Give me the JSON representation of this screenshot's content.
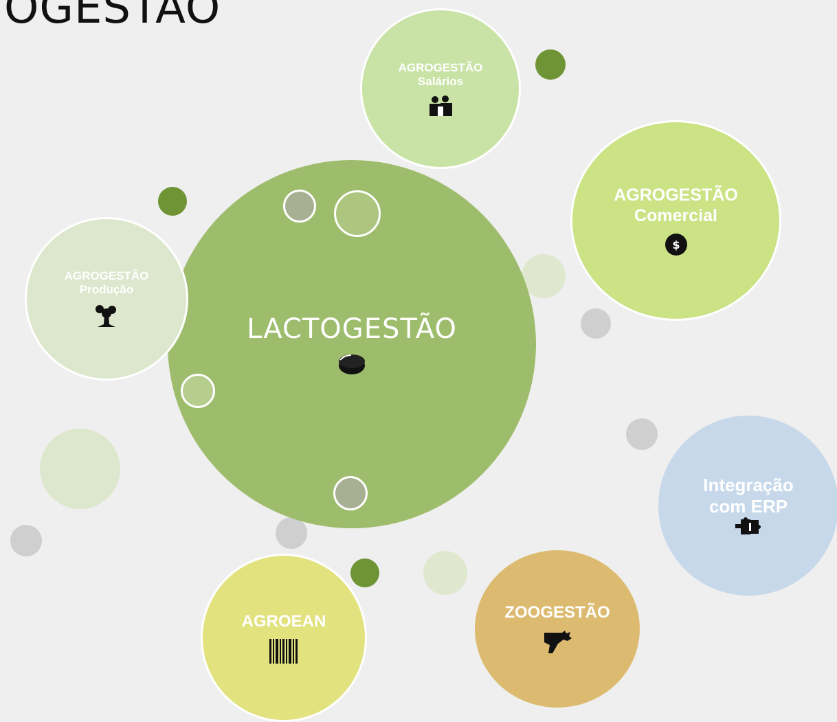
{
  "page_title": "OGESTÃO",
  "modules": {
    "lactogestao": {
      "label": "LACTOGESTÃO",
      "icon": "cheese-icon"
    },
    "salarios": {
      "label_line1": "AGROGESTÃO",
      "label_line2": "Salários",
      "icon": "people-icon"
    },
    "comercial": {
      "label_line1": "AGROGESTÃO",
      "label_line2": "Comercial",
      "icon": "dollar-icon"
    },
    "producao": {
      "label_line1": "AGROGESTÃO",
      "label_line2": "Produção",
      "icon": "tree-icon"
    },
    "erp": {
      "label_line1": "Integração",
      "label_line2": "com ERP",
      "icon": "puzzle-icon"
    },
    "zoogestao": {
      "label": "ZOOGESTÃO",
      "icon": "bull-icon"
    },
    "agroean": {
      "label": "AGROEAN",
      "icon": "barcode-icon"
    }
  },
  "colors": {
    "lactogestao": "#9dbd6c",
    "salarios": "#c9e3a6",
    "comercial": "#cbe285",
    "producao": "#dde7cd",
    "erp": "#c6d8ea",
    "zoogestao": "#dcbb70",
    "agroean": "#e2e27f",
    "accent_dark_green": "#6f9435",
    "decor_grey": "#cfcfcf",
    "decor_pale_green": "#dfe8cf"
  }
}
